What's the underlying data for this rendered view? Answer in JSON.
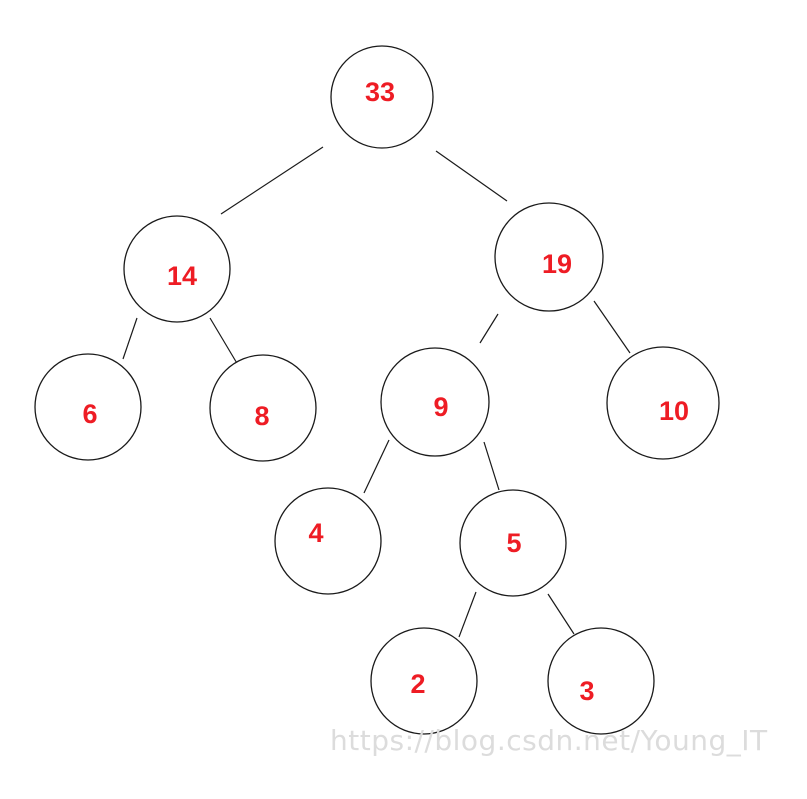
{
  "tree": {
    "nodes": [
      {
        "id": "n33",
        "label": "33"
      },
      {
        "id": "n14",
        "label": "14"
      },
      {
        "id": "n19",
        "label": "19"
      },
      {
        "id": "n6",
        "label": "6"
      },
      {
        "id": "n8",
        "label": "8"
      },
      {
        "id": "n9",
        "label": "9"
      },
      {
        "id": "n10",
        "label": "10"
      },
      {
        "id": "n4",
        "label": "4"
      },
      {
        "id": "n5",
        "label": "5"
      },
      {
        "id": "n2",
        "label": "2"
      },
      {
        "id": "n3",
        "label": "3"
      }
    ],
    "edges": [
      {
        "from": "n33",
        "to": "n14"
      },
      {
        "from": "n33",
        "to": "n19"
      },
      {
        "from": "n14",
        "to": "n6"
      },
      {
        "from": "n14",
        "to": "n8"
      },
      {
        "from": "n19",
        "to": "n9"
      },
      {
        "from": "n19",
        "to": "n10"
      },
      {
        "from": "n9",
        "to": "n4"
      },
      {
        "from": "n9",
        "to": "n5"
      },
      {
        "from": "n5",
        "to": "n2"
      },
      {
        "from": "n5",
        "to": "n3"
      }
    ]
  },
  "watermark": "https://blog.csdn.net/Young_IT",
  "colors": {
    "label": "#ee1c24",
    "stroke": "#1a1a1a",
    "background": "#ffffff",
    "watermark": "#dcdcdc"
  }
}
